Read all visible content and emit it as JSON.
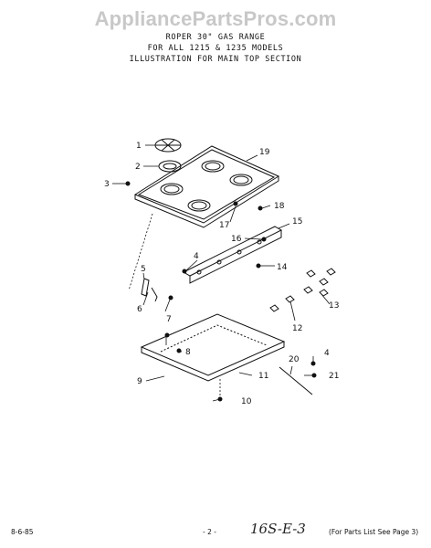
{
  "watermark": "AppliancePartsPros.com",
  "header": {
    "line1": "ROPER 30\" GAS RANGE",
    "line2": "FOR ALL 1215 & 1235   MODELS",
    "line3": "ILLUSTRATION FOR MAIN TOP SECTION"
  },
  "callouts": [
    "1",
    "2",
    "3",
    "4",
    "5",
    "6",
    "7",
    "8",
    "9",
    "10",
    "11",
    "12",
    "13",
    "14",
    "15",
    "16",
    "17",
    "18",
    "19",
    "20",
    "4",
    "21"
  ],
  "footer": {
    "left": "8-6-85",
    "center": "- 2 -",
    "handwritten": "16S-E-3",
    "right": "(For Parts List See Page 3)"
  }
}
